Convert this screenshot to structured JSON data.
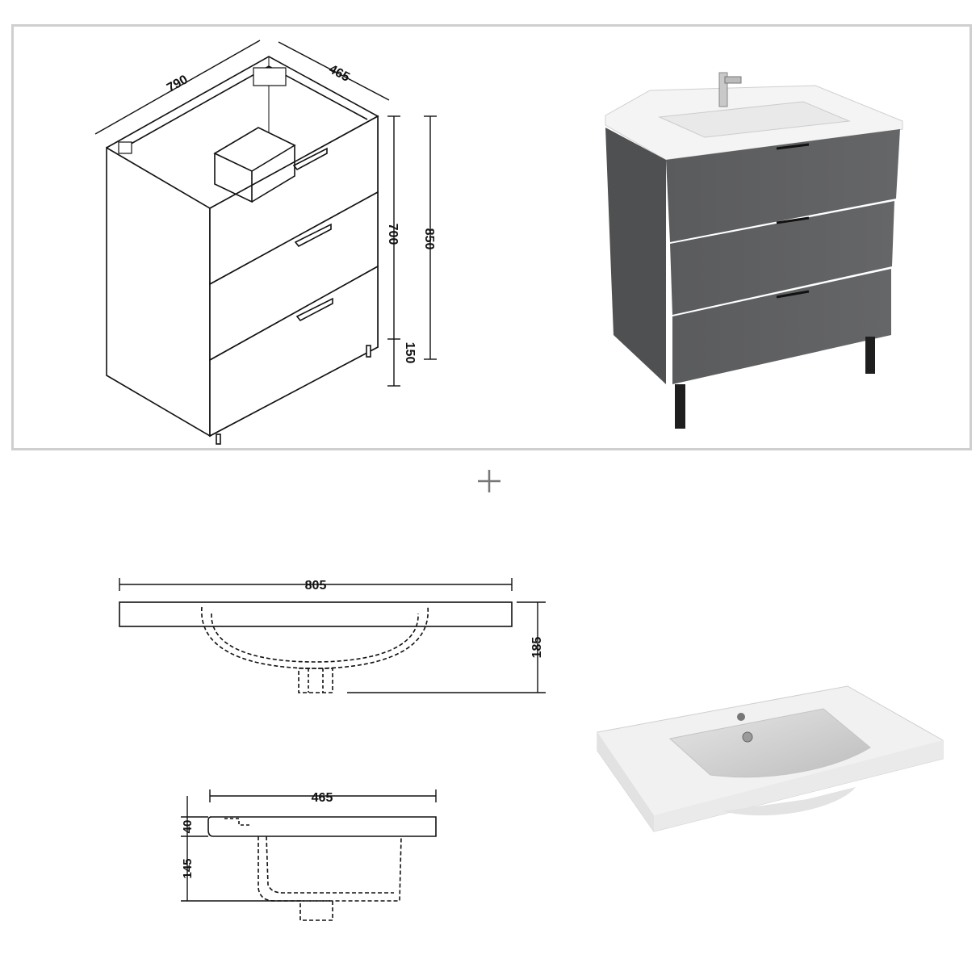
{
  "cabinet_drawing": {
    "width_label": "790",
    "depth_label": "465",
    "body_height_label": "700",
    "total_height_label": "850",
    "leg_height_label": "150"
  },
  "basin_drawing": {
    "front_width_label": "805",
    "front_height_label": "185",
    "side_depth_label": "465",
    "side_rim_label": "40",
    "side_bowl_label": "145"
  },
  "separator": "+",
  "colors": {
    "cabinet_gray": "#5d5e60",
    "panel_border": "#cfcfcf",
    "line": "#111111"
  }
}
